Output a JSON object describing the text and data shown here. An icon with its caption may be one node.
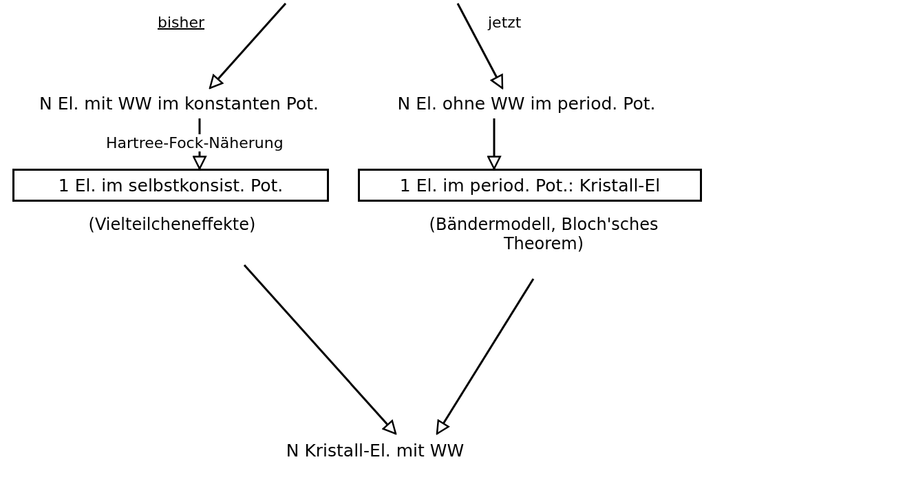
{
  "diagram": {
    "nodes": [
      {
        "text": [
          "N El. mit WW im konstanten Pot."
        ]
      },
      {
        "text": [
          "N El. ohne WW im period. Pot."
        ]
      },
      {
        "text": [
          "1 El. im selbstkonsist. Pot."
        ],
        "beside": [
          "(Vielteilcheneffekte)"
        ]
      },
      {
        "text": [
          "1 El. im period. Pot.: Kristall-El"
        ],
        "beside": [
          "(Bändermodell, Bloch'sches Theorem)"
        ]
      },
      {
        "text": [
          "N Kristall-El. mit WW"
        ]
      }
    ],
    "edges": [
      {
        "from": null,
        "to": 0,
        "arrow": "to",
        "label": "bisher"
      },
      {
        "from": null,
        "to": 1,
        "arrow": "to",
        "label": "jetzt"
      },
      {
        "from": 0,
        "to": 2,
        "arrow": "to",
        "label": "Hartree-Fock-Näherung"
      },
      {
        "from": 1,
        "to": 3,
        "arrow": "to"
      },
      {
        "from": 2,
        "to": 4,
        "arrow": "to"
      },
      {
        "from": 3,
        "to": 4,
        "arrow": "to"
      }
    ]
  }
}
